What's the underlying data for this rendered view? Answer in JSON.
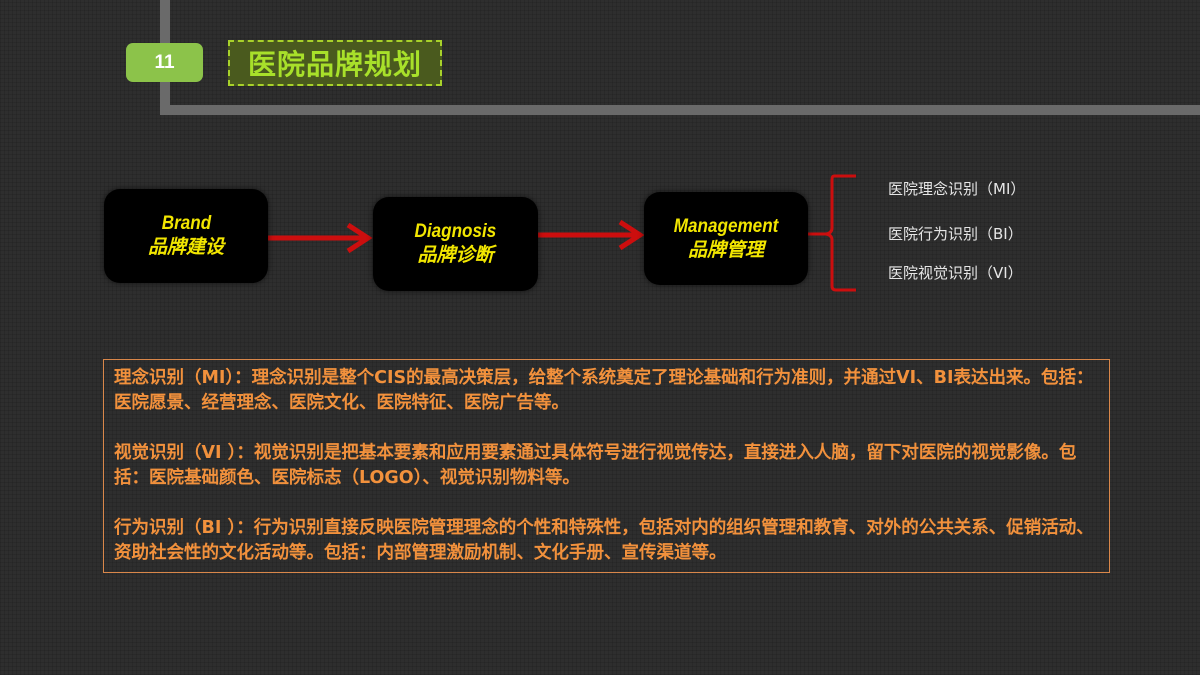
{
  "slide": {
    "page_number": "11",
    "title": "医院品牌规划"
  },
  "flow": {
    "nodes": [
      {
        "en": "Brand",
        "zh": "品牌建设"
      },
      {
        "en": "Diagnosis",
        "zh": "品牌诊断"
      },
      {
        "en": "Management",
        "zh": "品牌管理"
      }
    ],
    "management_items": [
      "医院理念识别（MI）",
      "医院行为识别（BI）",
      "医院视觉识别（VI）"
    ],
    "colors": {
      "arrow": "#cc0e0e",
      "node_text": "#f2e600",
      "node_bg": "#000000"
    }
  },
  "description": {
    "paragraphs": [
      "理念识别（MI）：理念识别是整个CIS的最高决策层，给整个系统奠定了理论基础和行为准则，并通过VI、BI表达出来。包括：医院愿景、经营理念、医院文化、医院特征、医院广告等。",
      "视觉识别（VI ）：视觉识别是把基本要素和应用要素通过具体符号进行视觉传达，直接进入人脑，留下对医院的视觉影像。包括：医院基础颜色、医院标志（LOGO）、视觉识别物料等。",
      "行为识别（BI ）：行为识别直接反映医院管理理念的个性和特殊性，包括对内的组织管理和教育、对外的公共关系、促销活动、资助社会性的文化活动等。包括：内部管理激励机制、文化手册、宣传渠道等。"
    ],
    "colors": {
      "text": "#f2913c",
      "border": "#d9874a"
    }
  },
  "theme": {
    "accent_green": "#8cc34a",
    "title_green": "#a8e02a",
    "frame_gray": "#6a6a6a",
    "background": "#2e2e2e"
  }
}
